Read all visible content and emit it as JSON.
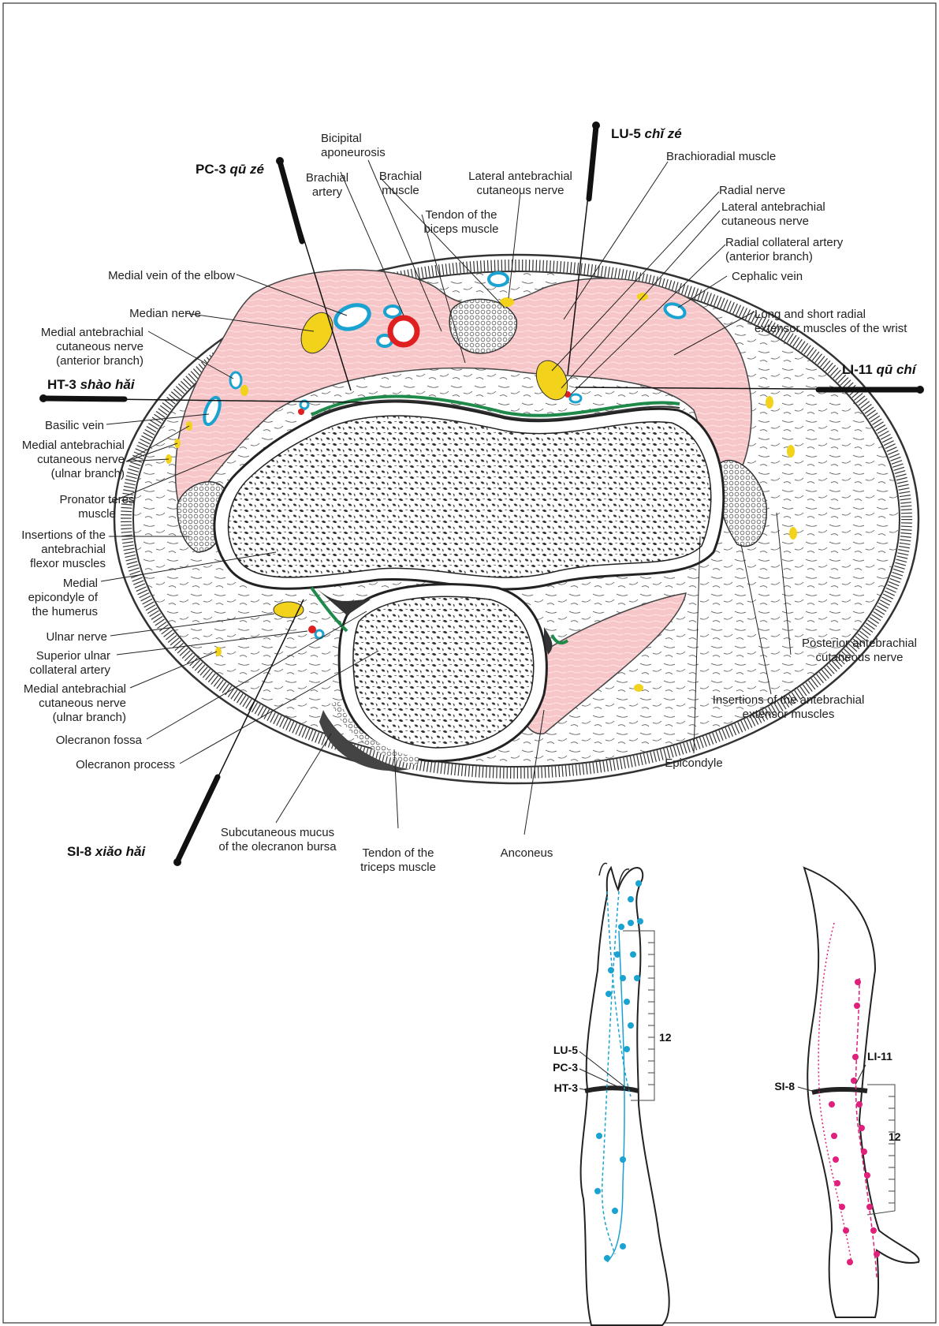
{
  "colors": {
    "muscle": "#f6c6c8",
    "nerve": "#f2d21b",
    "vein": "#1aa2d0",
    "artery": "#e02020",
    "tendon_sheath": "#1f8a4a",
    "meridian_blue": "#1aa2d0",
    "meridian_magenta": "#e0207a",
    "needle": "#111111"
  },
  "points": {
    "pc3": {
      "code": "PC-3",
      "pinyin": "qū zé"
    },
    "lu5": {
      "code": "LU-5",
      "pinyin": "chǐ zé"
    },
    "ht3": {
      "code": "HT-3",
      "pinyin": "shào hǎi"
    },
    "li11": {
      "code": "LI-11",
      "pinyin": "qū chí"
    },
    "si8": {
      "code": "SI-8",
      "pinyin": "xiǎo hǎi"
    }
  },
  "labels": {
    "bicipital_aponeurosis": [
      "Bicipital",
      "aponeurosis"
    ],
    "brachial_artery": [
      "Brachial",
      "artery"
    ],
    "brachial_muscle": [
      "Brachial",
      "muscle"
    ],
    "lateral_antebrachial_cutaneous_nerve_top": [
      "Lateral antebrachial",
      "cutaneous nerve"
    ],
    "tendon_biceps": [
      "Tendon of the",
      "biceps muscle"
    ],
    "brachioradial_muscle": [
      "Brachioradial muscle"
    ],
    "radial_nerve": [
      "Radial nerve"
    ],
    "lateral_antebrachial_cutaneous_nerve": [
      "Lateral antebrachial",
      "cutaneous nerve"
    ],
    "radial_collateral_artery": [
      "Radial collateral artery",
      "(anterior branch)"
    ],
    "cephalic_vein": [
      "Cephalic vein"
    ],
    "radial_extensors": [
      "Long and short radial",
      "extensor muscles of the wrist"
    ],
    "medial_vein_elbow": [
      "Medial vein of the elbow"
    ],
    "median_nerve": [
      "Median nerve"
    ],
    "medial_antebrachial_anterior": [
      "Medial antebrachial",
      "cutaneous nerve",
      "(anterior branch)"
    ],
    "basilic_vein": [
      "Basilic vein"
    ],
    "medial_antebrachial_ulnar": [
      "Medial antebrachial",
      "cutaneous nerve",
      "(ulnar branch)"
    ],
    "pronator_teres": [
      "Pronator teres",
      "muscle"
    ],
    "flexor_insertions": [
      "Insertions of the",
      "antebrachial",
      "flexor muscles"
    ],
    "medial_epicondyle": [
      "Medial",
      "epicondyle of",
      "the humerus"
    ],
    "ulnar_nerve": [
      "Ulnar nerve"
    ],
    "superior_ulnar_collateral": [
      "Superior ulnar",
      "collateral artery"
    ],
    "medial_antebrachial_ulnar_2": [
      "Medial antebrachial",
      "cutaneous nerve",
      "(ulnar branch)"
    ],
    "olecranon_fossa": [
      "Olecranon fossa"
    ],
    "olecranon_process": [
      "Olecranon process"
    ],
    "posterior_antebrachial": [
      "Posterior antebrachial",
      "cutaneous nerve"
    ],
    "extensor_insertions": [
      "Insertions of the antebrachial",
      "extensor muscles"
    ],
    "epicondyle": [
      "Epicondyle"
    ],
    "subcutaneous_mucus": [
      "Subcutaneous mucus",
      "of the olecranon bursa"
    ],
    "tendon_triceps": [
      "Tendon of the",
      "triceps muscle"
    ],
    "anconeus": [
      "Anconeus"
    ]
  },
  "insets": {
    "left": {
      "labels": [
        "LU-5",
        "PC-3",
        "HT-3"
      ],
      "scale": "12"
    },
    "right": {
      "labels": [
        "LI-11",
        "SI-8"
      ],
      "scale": "12"
    }
  }
}
